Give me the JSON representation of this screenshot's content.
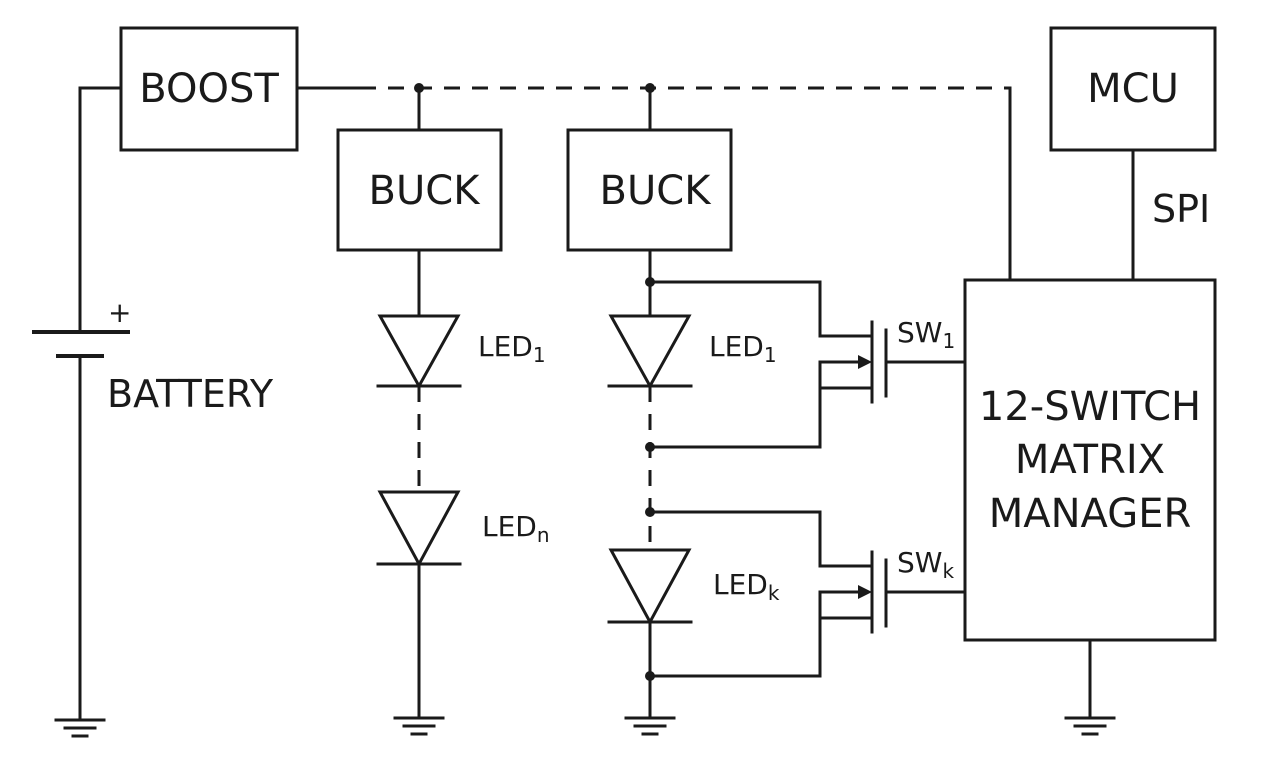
{
  "blocks": {
    "boost": "BOOST",
    "buck_1": "BUCK",
    "buck_2": "BUCK",
    "mcu": "MCU",
    "matrix_line1": "12-SWITCH",
    "matrix_line2": "MATRIX",
    "matrix_line3": "MANAGER"
  },
  "battery": {
    "label": "BATTERY",
    "plus": "+"
  },
  "bus": {
    "spi": "SPI"
  },
  "leds": {
    "string_a_top": {
      "base": "LED",
      "sub": "1"
    },
    "string_a_bottom": {
      "base": "LED",
      "sub": "n"
    },
    "string_b_top": {
      "base": "LED",
      "sub": "1"
    },
    "string_b_bottom": {
      "base": "LED",
      "sub": "k"
    }
  },
  "switches": {
    "sw_1": {
      "base": "SW",
      "sub": "1"
    },
    "sw_k": {
      "base": "SW",
      "sub": "k"
    }
  },
  "colors": {
    "ink": "#1a1a1a",
    "background": "#ffffff"
  }
}
